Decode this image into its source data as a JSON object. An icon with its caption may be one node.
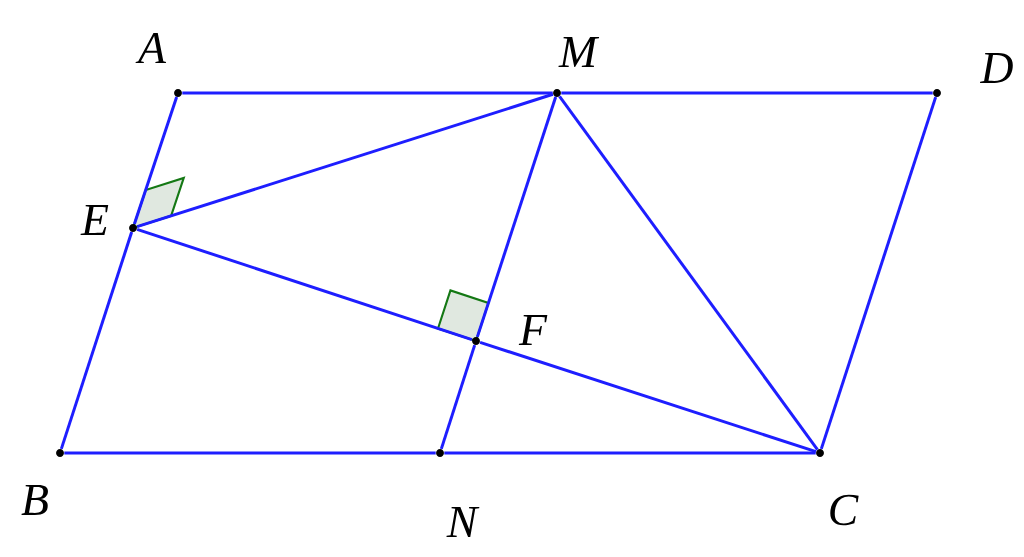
{
  "diagram": {
    "nodes": [
      {
        "text": [],
        "shape": "circle",
        "beside": [
          "A"
        ]
      },
      {
        "text": [],
        "shape": "circle",
        "beside": [
          "M"
        ]
      },
      {
        "text": [],
        "shape": "circle",
        "beside": [
          "D"
        ]
      },
      {
        "text": [],
        "shape": "circle",
        "beside": [
          "E"
        ]
      },
      {
        "text": [],
        "shape": "circle",
        "beside": [
          "F"
        ]
      },
      {
        "text": [],
        "shape": "circle",
        "beside": [
          "B"
        ]
      },
      {
        "text": [],
        "shape": "circle",
        "beside": [
          "N"
        ]
      },
      {
        "text": [],
        "shape": "circle",
        "beside": [
          "C"
        ]
      }
    ],
    "edges": [
      {
        "from": 0,
        "to": 1,
        "arrow": "none"
      },
      {
        "from": 1,
        "to": 2,
        "arrow": "none"
      },
      {
        "from": 2,
        "to": 7,
        "arrow": "none"
      },
      {
        "from": 7,
        "to": 6,
        "arrow": "none"
      },
      {
        "from": 6,
        "to": 5,
        "arrow": "none"
      },
      {
        "from": 5,
        "to": 3,
        "arrow": "none"
      },
      {
        "from": 3,
        "to": 0,
        "arrow": "none"
      },
      {
        "from": 3,
        "to": 1,
        "arrow": "none"
      },
      {
        "from": 3,
        "to": 4,
        "arrow": "none"
      },
      {
        "from": 4,
        "to": 7,
        "arrow": "none"
      },
      {
        "from": 1,
        "to": 4,
        "arrow": "none"
      },
      {
        "from": 4,
        "to": 6,
        "arrow": "none"
      },
      {
        "from": 1,
        "to": 7,
        "arrow": "none"
      }
    ]
  }
}
